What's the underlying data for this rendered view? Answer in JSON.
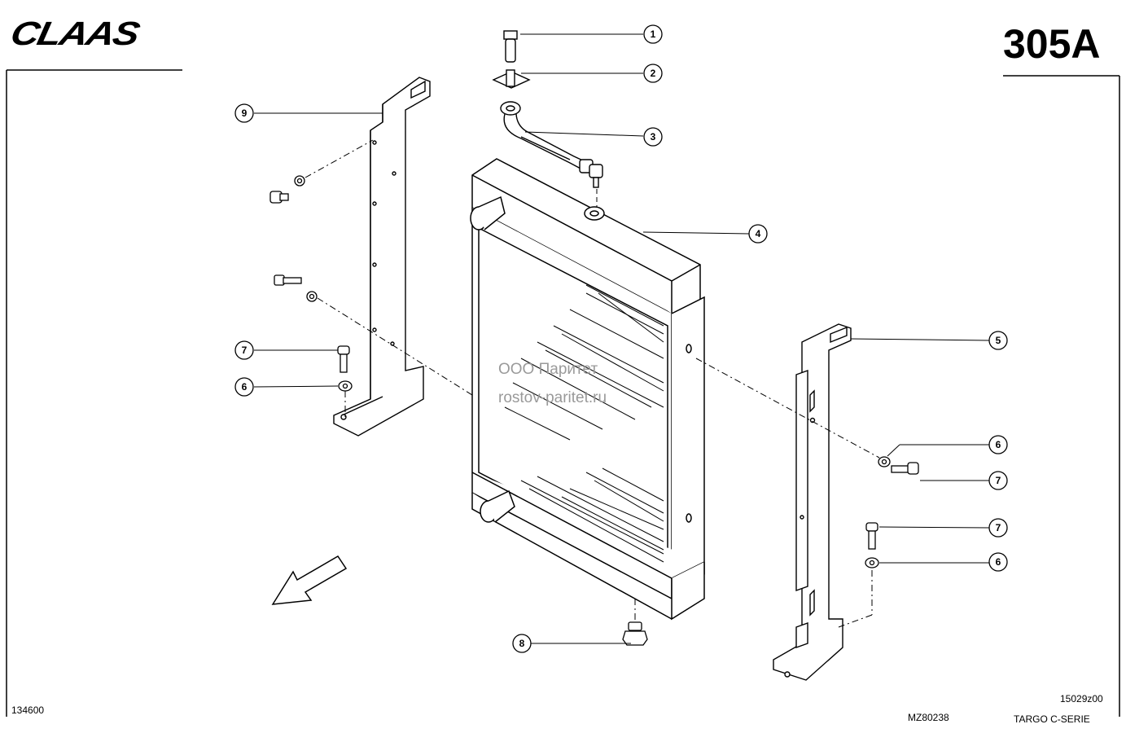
{
  "header": {
    "brand": "CLAAS",
    "page_number": "305A"
  },
  "watermark": {
    "line1": "ООО Паритет",
    "line2": "rostov-paritet.ru"
  },
  "footer": {
    "left_code": "134600",
    "drawing_number": "MZ80238",
    "revision": "15029z00",
    "series": "TARGO C-SERIE"
  },
  "callouts": [
    {
      "label": "1"
    },
    {
      "label": "2"
    },
    {
      "label": "3"
    },
    {
      "label": "4"
    },
    {
      "label": "5"
    },
    {
      "label": "6"
    },
    {
      "label": "7"
    },
    {
      "label": "6"
    },
    {
      "label": "7"
    },
    {
      "label": "8"
    },
    {
      "label": "9"
    },
    {
      "label": "7"
    },
    {
      "label": "6"
    }
  ]
}
